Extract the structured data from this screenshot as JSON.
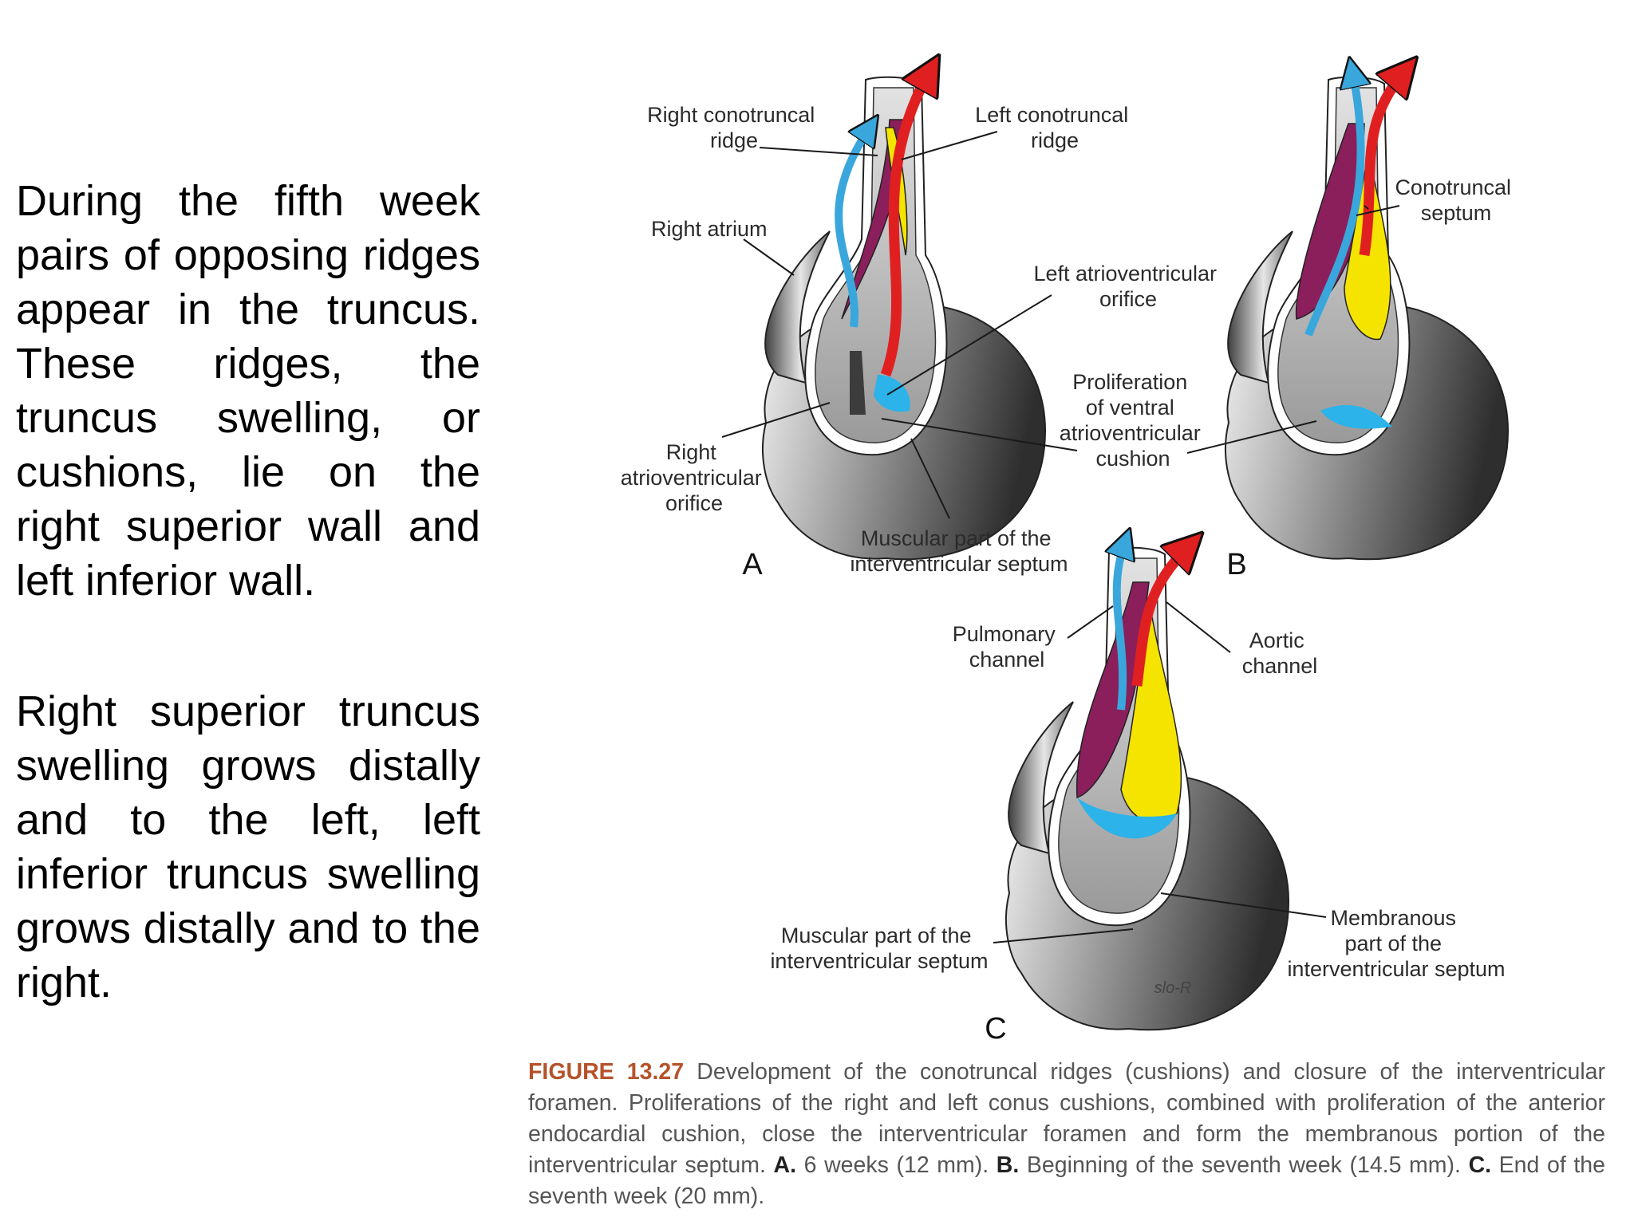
{
  "text": {
    "paragraph1": "During the fifth week pairs of opposing ridges appear in the truncus. These ridges, the truncus swelling, or cushions, lie on the right superior wall and left inferior wall.",
    "paragraph2": "Right superior truncus swelling grows distally and to the left, left inferior truncus swelling grows distally and to the right."
  },
  "figure": {
    "panel_a": {
      "letter": "A",
      "labels": {
        "right_conotruncal_ridge": [
          "Right conotruncal",
          "ridge"
        ],
        "left_conotruncal_ridge": [
          "Left conotruncal",
          "ridge"
        ],
        "right_atrium": [
          "Right atrium"
        ],
        "left_av_orifice": [
          "Left atrioventricular",
          "orifice"
        ],
        "right_av_orifice": [
          "Right",
          "atrioventricular",
          "orifice"
        ],
        "proliferation": [
          "Proliferation",
          "of ventral",
          "atrioventricular",
          "cushion"
        ],
        "muscular_septum": [
          "Muscular part of the",
          "interventricular septum"
        ]
      }
    },
    "panel_b": {
      "letter": "B",
      "labels": {
        "conotruncal_septum": [
          "Conotruncal",
          "septum"
        ]
      }
    },
    "panel_c": {
      "letter": "C",
      "labels": {
        "pulmonary_channel": [
          "Pulmonary",
          "channel"
        ],
        "aortic_channel": [
          "Aortic",
          "channel"
        ],
        "muscular_septum": [
          "Muscular part of the",
          "interventricular septum"
        ],
        "membranous_septum": [
          "Membranous",
          "part of the",
          "interventricular septum"
        ]
      },
      "signature": "slo-R"
    },
    "colors": {
      "pulmonary_flow": "#3aa7dc",
      "aortic_flow": "#e02020",
      "right_cushion": "#8a1f5c",
      "left_cushion": "#f5e400",
      "av_cushion": "#2bb3ea"
    }
  },
  "caption": {
    "figure_number": "FIGURE 13.27",
    "text_1": " Development of the conotruncal ridges (cushions) and closure of the interventricular foramen. Proliferations of the right and left conus cushions, combined with proliferation of the anterior endocardial cushion, close the interventricular foramen and form the membranous portion of the interventricular septum. ",
    "a_label": "A.",
    "a_text": " 6 weeks (12 mm). ",
    "b_label": "B.",
    "b_text": " Beginning of the seventh week (14.5 mm). ",
    "c_label": "C.",
    "c_text": " End of the seventh week (20 mm)."
  }
}
